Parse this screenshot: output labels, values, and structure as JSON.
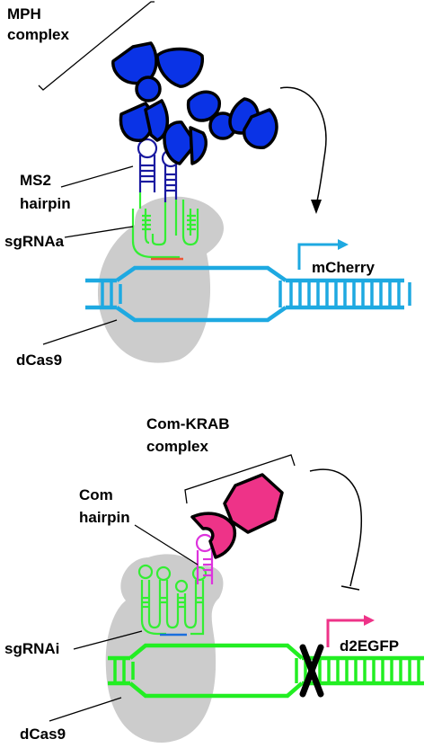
{
  "top_panel": {
    "complex_label": [
      "MPH",
      "complex"
    ],
    "hairpin_label": [
      "MS2",
      "hairpin"
    ],
    "guide_label": "sgRNAa",
    "protein_label": "dCas9",
    "gene_label": "mCherry"
  },
  "bottom_panel": {
    "complex_label": [
      "Com-KRAB",
      "complex"
    ],
    "hairpin_label": [
      "Com",
      "hairpin"
    ],
    "guide_label": "sgRNAi",
    "protein_label": "dCas9",
    "gene_label": "d2EGFP"
  },
  "colors": {
    "mph_blue": "#0a33e6",
    "dna_top": "#1ea9e1",
    "dna_bottom": "#22ee22",
    "sgrna_green": "#33ee33",
    "ms2_blue": "#1a1aa0",
    "com_magenta": "#dd33dd",
    "krab_pink": "#ee3388",
    "dcas9_gray": "#cccccc",
    "spacer_red": "#ee5533"
  }
}
